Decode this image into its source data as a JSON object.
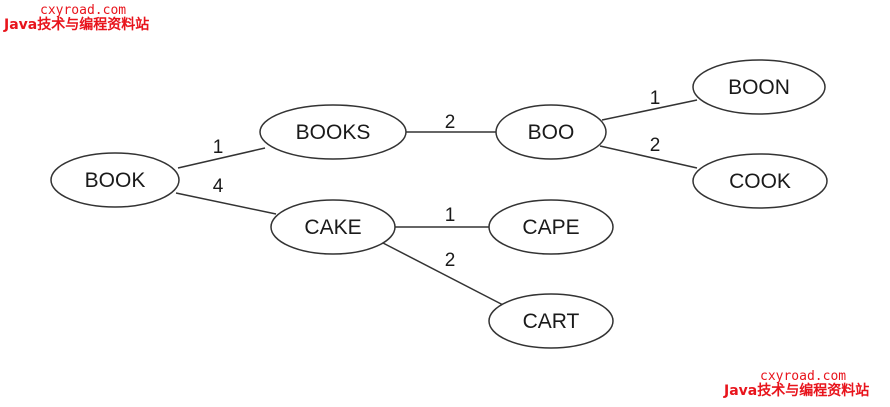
{
  "diagram": {
    "type": "bk-tree",
    "nodes": [
      {
        "id": "BOOK",
        "label": "BOOK"
      },
      {
        "id": "BOOKS",
        "label": "BOOKS"
      },
      {
        "id": "CAKE",
        "label": "CAKE"
      },
      {
        "id": "BOO",
        "label": "BOO"
      },
      {
        "id": "CAPE",
        "label": "CAPE"
      },
      {
        "id": "CART",
        "label": "CART"
      },
      {
        "id": "BOON",
        "label": "BOON"
      },
      {
        "id": "COOK",
        "label": "COOK"
      }
    ],
    "edges": [
      {
        "from": "BOOK",
        "to": "BOOKS",
        "label": "1"
      },
      {
        "from": "BOOK",
        "to": "CAKE",
        "label": "4"
      },
      {
        "from": "BOOKS",
        "to": "BOO",
        "label": "2"
      },
      {
        "from": "CAKE",
        "to": "CAPE",
        "label": "1"
      },
      {
        "from": "CAKE",
        "to": "CART",
        "label": "2"
      },
      {
        "from": "BOO",
        "to": "BOON",
        "label": "1"
      },
      {
        "from": "BOO",
        "to": "COOK",
        "label": "2"
      }
    ]
  },
  "watermark_top": {
    "url": "cxyroad.com",
    "name": "Java技术与编程资料站"
  },
  "watermark_bottom": {
    "url": "cxyroad.com",
    "name": "Java技术与编程资料站"
  }
}
